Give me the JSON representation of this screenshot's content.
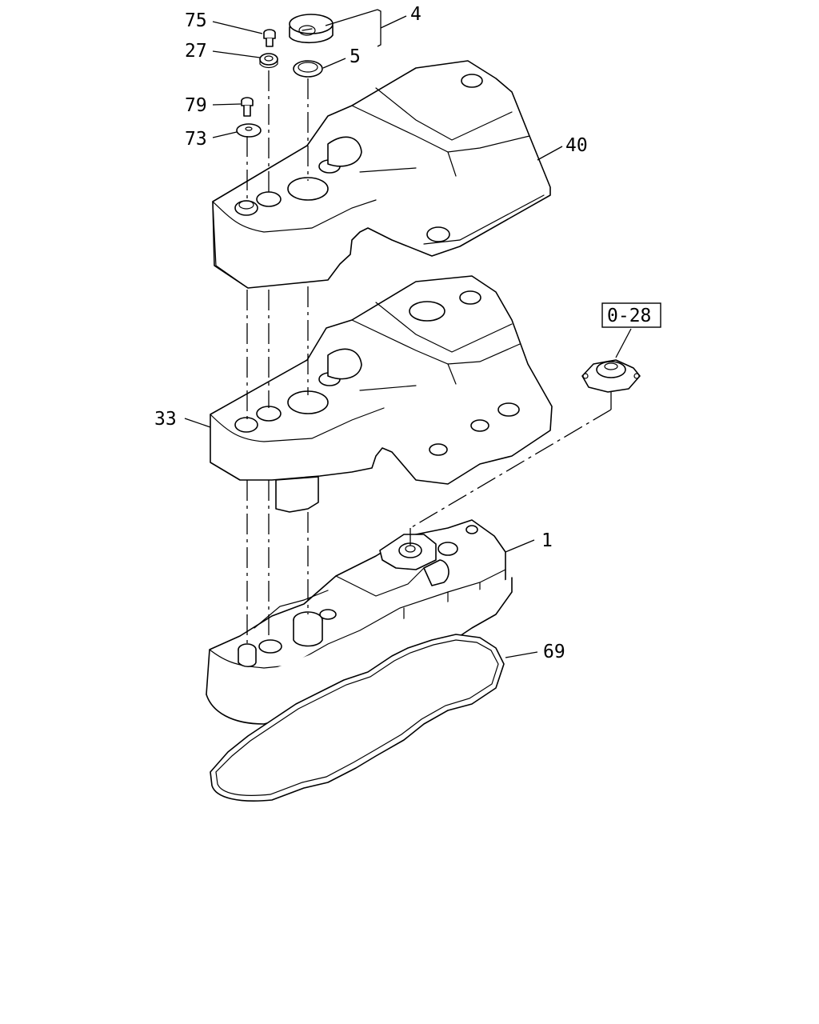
{
  "callouts": [
    {
      "id": "75",
      "label": "75"
    },
    {
      "id": "27",
      "label": "27"
    },
    {
      "id": "79",
      "label": "79"
    },
    {
      "id": "73",
      "label": "73"
    },
    {
      "id": "4",
      "label": "4"
    },
    {
      "id": "5",
      "label": "5"
    },
    {
      "id": "40",
      "label": "40"
    },
    {
      "id": "33",
      "label": "33"
    },
    {
      "id": "1",
      "label": "1"
    },
    {
      "id": "69",
      "label": "69"
    }
  ],
  "reference_box": {
    "label": "0-28"
  },
  "parts": {
    "bolt_75": "bolt",
    "washer_27": "washer",
    "bolt_79": "bolt",
    "washer_73": "washer",
    "cap_4": "oil filler cap",
    "ring_5": "o-ring",
    "cover_40": "upper cover",
    "cover_33": "insulator plate",
    "head_cover_1": "cylinder head cover",
    "gasket_69": "head cover gasket",
    "breather_0_28": "breather valve"
  }
}
